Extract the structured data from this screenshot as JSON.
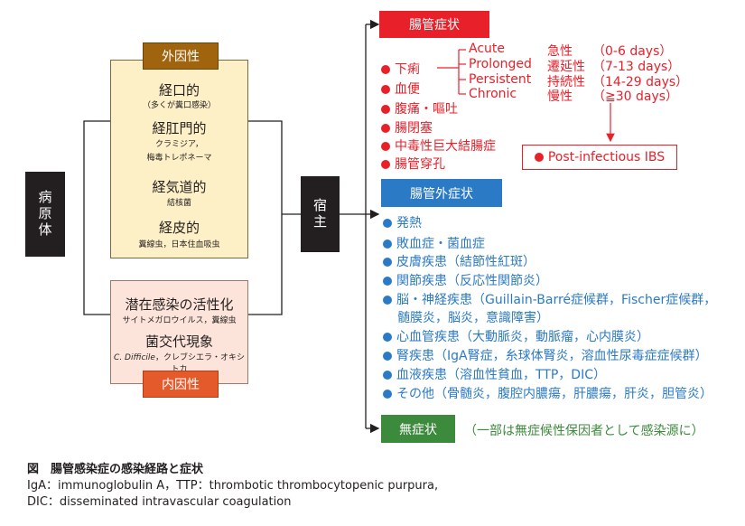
{
  "pathogen_label": "病原体",
  "host_label": "宿主",
  "exogenous": {
    "tag": "外因性",
    "routes": [
      {
        "title": "経口的",
        "sub": "（多くが糞口感染）"
      },
      {
        "title": "経肛門的",
        "sub": "クラミジア，",
        "sub2": "梅毒トレポネーマ"
      },
      {
        "title": "経気道的",
        "sub": "結核菌"
      },
      {
        "title": "経皮的",
        "sub": "糞線虫，日本住血吸虫"
      }
    ]
  },
  "endogenous": {
    "tag": "内因性",
    "routes": [
      {
        "title": "潜在感染の活性化",
        "sub": "サイトメガロウイルス，糞線虫"
      },
      {
        "title": "菌交代現象",
        "sub_italic": "C. Difficile",
        "sub": "，クレブシエラ・オキシトカ"
      }
    ]
  },
  "intestinal": {
    "header": "腸管症状",
    "items": [
      "下痢",
      "血便",
      "腹痛・嘔吐",
      "腸閉塞",
      "中毒性巨大結腸症",
      "腸管穿孔"
    ],
    "courses": [
      {
        "en": "Acute",
        "jp": "急性",
        "days": "（0-6 days）"
      },
      {
        "en": "Prolonged",
        "jp": "遷延性",
        "days": "（7-13 days）"
      },
      {
        "en": "Persistent",
        "jp": "持続性",
        "days": "（14-29 days）"
      },
      {
        "en": "Chronic",
        "jp": "慢性",
        "days": "（≧30 days）"
      }
    ],
    "post_infectious": "Post-infectious IBS"
  },
  "extraintestinal": {
    "header": "腸管外症状",
    "items": [
      "発熱",
      "敗血症・菌血症",
      "皮膚疾患（結節性紅斑）",
      "関節疾患（反応性関節炎）",
      "脳・神経疾患（Guillain-Barré症候群，Fischer症候群，",
      "心血管疾患（大動脈炎，動脈瘤，心内膜炎）",
      "腎疾患（IgA腎症，糸球体腎炎，溶血性尿毒症症候群）",
      "血液疾患（溶血性貧血，TTP，DIC）",
      "その他（骨髄炎，腹腔内膿瘍，肝膿瘍，肝炎，胆管炎）"
    ],
    "item5_cont": "髄膜炎，脳炎，意識障害）"
  },
  "asymptomatic": {
    "header": "無症状",
    "note": "（一部は無症候性保因者として感染源に）"
  },
  "caption": {
    "title": "図　腸管感染症の感染経路と症状",
    "line1": "IgA：immunoglobulin A，TTP：thrombotic thrombocytopenic purpura,",
    "line2": "DIC：disseminated intravascular coagulation"
  },
  "colors": {
    "red": "#e8202a",
    "blue": "#2b7ac6",
    "green": "#3c8a3c",
    "exo": "#a0640e",
    "endo": "#e55a2a"
  }
}
